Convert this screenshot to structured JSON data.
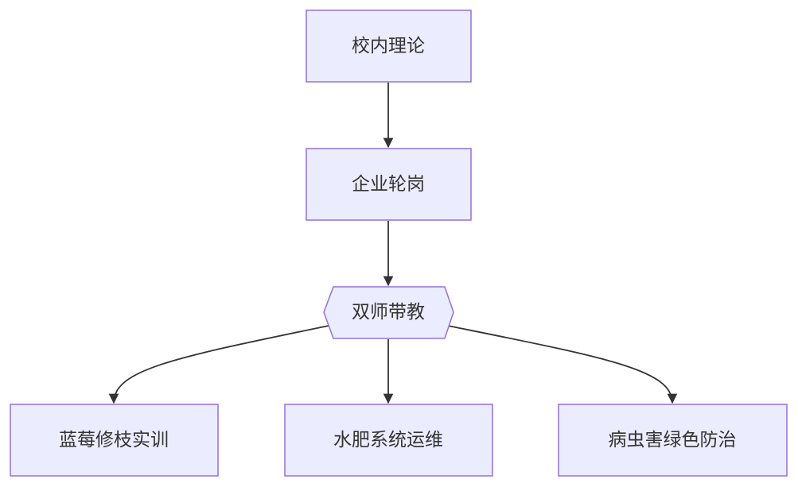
{
  "nodes": {
    "campus_theory": "校内理论",
    "enterprise_rotation": "企业轮岗",
    "dual_mentor": "双师带教",
    "blueberry_pruning": "蓝莓修枝实训",
    "fertigation_ops": "水肥系统运维",
    "green_pest_control": "病虫害绿色防治"
  },
  "edges": [
    {
      "from": "campus_theory",
      "to": "enterprise_rotation"
    },
    {
      "from": "enterprise_rotation",
      "to": "dual_mentor"
    },
    {
      "from": "dual_mentor",
      "to": "blueberry_pruning"
    },
    {
      "from": "dual_mentor",
      "to": "fertigation_ops"
    },
    {
      "from": "dual_mentor",
      "to": "green_pest_control"
    }
  ],
  "colors": {
    "node_fill": "#ececff",
    "node_stroke": "#9370db",
    "edge": "#333333",
    "text": "#333333"
  }
}
